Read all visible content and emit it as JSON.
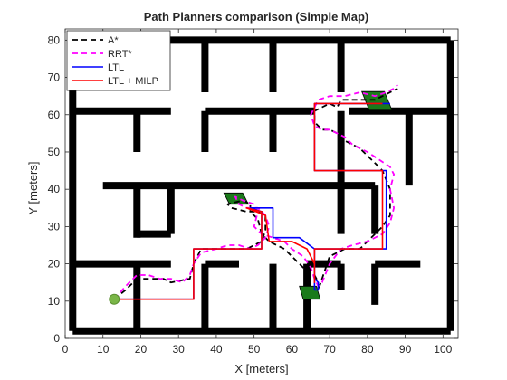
{
  "chart_data": {
    "type": "line",
    "title": "Path Planners comparison (Simple Map)",
    "xlabel": "X [meters]",
    "ylabel": "Y [meters]",
    "xlim": [
      0,
      104
    ],
    "ylim": [
      0,
      83
    ],
    "xticks": [
      0,
      10,
      20,
      30,
      40,
      50,
      60,
      70,
      80,
      90,
      100
    ],
    "yticks": [
      0,
      10,
      20,
      30,
      40,
      50,
      60,
      70,
      80
    ],
    "grid": false,
    "legend_position": "top-left",
    "colors": {
      "walls": "#000000",
      "goals": "#1a7a1a",
      "start": "#7ab648",
      "astar": "#000000",
      "rrt": "#ff00ff",
      "ltl": "#0000ff",
      "ltl_milp": "#ff0000"
    },
    "walls": [
      {
        "x": [
          2,
          102
        ],
        "y": [
          80,
          80
        ]
      },
      {
        "x": [
          2,
          102
        ],
        "y": [
          2,
          2
        ]
      },
      {
        "x": [
          2,
          2
        ],
        "y": [
          2,
          80
        ]
      },
      {
        "x": [
          102,
          102
        ],
        "y": [
          2,
          80
        ]
      },
      {
        "x": [
          37,
          37
        ],
        "y": [
          66,
          80
        ]
      },
      {
        "x": [
          55,
          55
        ],
        "y": [
          66,
          80
        ]
      },
      {
        "x": [
          73,
          73
        ],
        "y": [
          66,
          80
        ]
      },
      {
        "x": [
          2,
          28
        ],
        "y": [
          61,
          61
        ]
      },
      {
        "x": [
          37,
          66
        ],
        "y": [
          61,
          61
        ]
      },
      {
        "x": [
          75,
          102
        ],
        "y": [
          61,
          61
        ]
      },
      {
        "x": [
          19,
          19
        ],
        "y": [
          2,
          20
        ]
      },
      {
        "x": [
          19,
          19
        ],
        "y": [
          27,
          41
        ]
      },
      {
        "x": [
          19,
          19
        ],
        "y": [
          50,
          61
        ]
      },
      {
        "x": [
          37,
          37
        ],
        "y": [
          2,
          20
        ]
      },
      {
        "x": [
          37,
          37
        ],
        "y": [
          50,
          61
        ]
      },
      {
        "x": [
          55,
          55
        ],
        "y": [
          2,
          20
        ]
      },
      {
        "x": [
          55,
          55
        ],
        "y": [
          50,
          61
        ]
      },
      {
        "x": [
          64,
          64
        ],
        "y": [
          2,
          20
        ]
      },
      {
        "x": [
          73,
          73
        ],
        "y": [
          41,
          61
        ]
      },
      {
        "x": [
          91,
          91
        ],
        "y": [
          41,
          61
        ]
      },
      {
        "x": [
          10,
          82
        ],
        "y": [
          41,
          41
        ]
      },
      {
        "x": [
          19,
          28
        ],
        "y": [
          28,
          28
        ]
      },
      {
        "x": [
          2,
          28
        ],
        "y": [
          20,
          20
        ]
      },
      {
        "x": [
          37,
          46
        ],
        "y": [
          20,
          20
        ]
      },
      {
        "x": [
          64,
          73
        ],
        "y": [
          20,
          20
        ]
      },
      {
        "x": [
          82,
          94
        ],
        "y": [
          20,
          20
        ]
      },
      {
        "x": [
          28,
          28
        ],
        "y": [
          28,
          41
        ]
      },
      {
        "x": [
          73,
          73
        ],
        "y": [
          28,
          41
        ]
      },
      {
        "x": [
          82,
          82
        ],
        "y": [
          28,
          41
        ]
      },
      {
        "x": [
          82,
          82
        ],
        "y": [
          9,
          20
        ]
      },
      {
        "x": [
          73,
          73
        ],
        "y": [
          13,
          20
        ]
      }
    ],
    "goals": [
      {
        "x": [
          80.5,
          86.5,
          84.5,
          78.5
        ],
        "y": [
          61.2,
          61.2,
          66.2,
          66.2
        ],
        "dup": false
      },
      {
        "x": [
          43.5,
          48.5,
          47.0,
          42.0
        ],
        "y": [
          36.0,
          36.0,
          39.0,
          39.0
        ],
        "dup": false
      },
      {
        "x": [
          63.0,
          67.5,
          66.5,
          62.0
        ],
        "y": [
          10.5,
          10.5,
          14.0,
          14.0
        ],
        "dup": false
      }
    ],
    "start": {
      "x": 13,
      "y": 10.5
    },
    "series": [
      {
        "name": "A*",
        "x": [
          13,
          16,
          18,
          20,
          26,
          28,
          33,
          34,
          36,
          40,
          44,
          48,
          50,
          52,
          53,
          53,
          52,
          48,
          44,
          43,
          47,
          49,
          49,
          51,
          52,
          54,
          58,
          60,
          62,
          64,
          66,
          67,
          67,
          70,
          74,
          78,
          80,
          82,
          84,
          86,
          86,
          84,
          82,
          80,
          78,
          76,
          74,
          73,
          72,
          70,
          68,
          66,
          66,
          68,
          70,
          72,
          73,
          82,
          88
        ],
        "y": [
          10.5,
          13,
          15,
          16,
          16,
          15,
          16,
          20,
          24,
          24,
          24,
          24,
          25,
          26,
          29,
          33,
          34,
          34,
          35,
          36,
          37,
          36,
          34,
          32,
          28,
          26,
          24,
          22,
          20,
          18,
          17,
          15,
          13,
          22,
          24,
          24,
          26,
          28,
          30,
          33,
          40,
          45,
          47,
          49,
          51,
          52,
          53,
          54,
          55,
          56,
          56,
          58,
          61,
          62,
          63,
          62,
          64,
          64,
          67
        ]
      },
      {
        "name": "RRT*",
        "x": [
          13,
          16,
          18,
          19,
          22,
          25,
          28,
          31,
          33,
          34,
          36,
          40,
          43,
          46,
          49,
          51,
          53,
          54,
          53,
          51,
          48,
          46,
          45,
          47,
          50,
          51,
          50,
          52,
          55,
          58,
          60,
          63,
          65,
          66,
          67,
          68,
          70,
          73,
          76,
          80,
          84,
          86,
          87,
          86,
          87,
          86,
          83,
          80,
          78,
          76,
          74,
          72,
          70,
          68,
          66,
          65,
          67,
          70,
          74,
          78,
          82,
          85,
          87,
          88
        ],
        "y": [
          10.5,
          14,
          16,
          17,
          17,
          16,
          16,
          15,
          17,
          20,
          23,
          24,
          25,
          25,
          24,
          25,
          27,
          30,
          33,
          35,
          35,
          36,
          38,
          37,
          36,
          34,
          30,
          28,
          27,
          26,
          24,
          22,
          19,
          16,
          14,
          15,
          20,
          24,
          25,
          26,
          28,
          31,
          35,
          40,
          44,
          46,
          48,
          50,
          51,
          52,
          54,
          55,
          56,
          56,
          57,
          60,
          64,
          65,
          65,
          66,
          65,
          66,
          67,
          68
        ]
      },
      {
        "name": "LTL",
        "x": [
          13,
          34,
          34,
          52,
          52,
          49,
          55,
          55,
          62,
          66,
          66,
          67,
          67,
          66,
          66,
          85,
          85,
          66,
          66,
          86
        ],
        "y": [
          10.5,
          10.5,
          24,
          24,
          34,
          35,
          35,
          27,
          27,
          24,
          16,
          15,
          13,
          13,
          24,
          24,
          45,
          45,
          63,
          63
        ]
      },
      {
        "name": "LTL + MILP",
        "x": [
          13,
          34,
          34,
          52,
          52,
          48,
          53,
          54,
          60,
          64,
          66,
          66,
          66,
          84,
          84,
          66,
          66,
          84
        ],
        "y": [
          10.5,
          10.5,
          24,
          24,
          34,
          35,
          33,
          26,
          26,
          24,
          20,
          15,
          24,
          24,
          45,
          45,
          63,
          63
        ]
      }
    ]
  }
}
